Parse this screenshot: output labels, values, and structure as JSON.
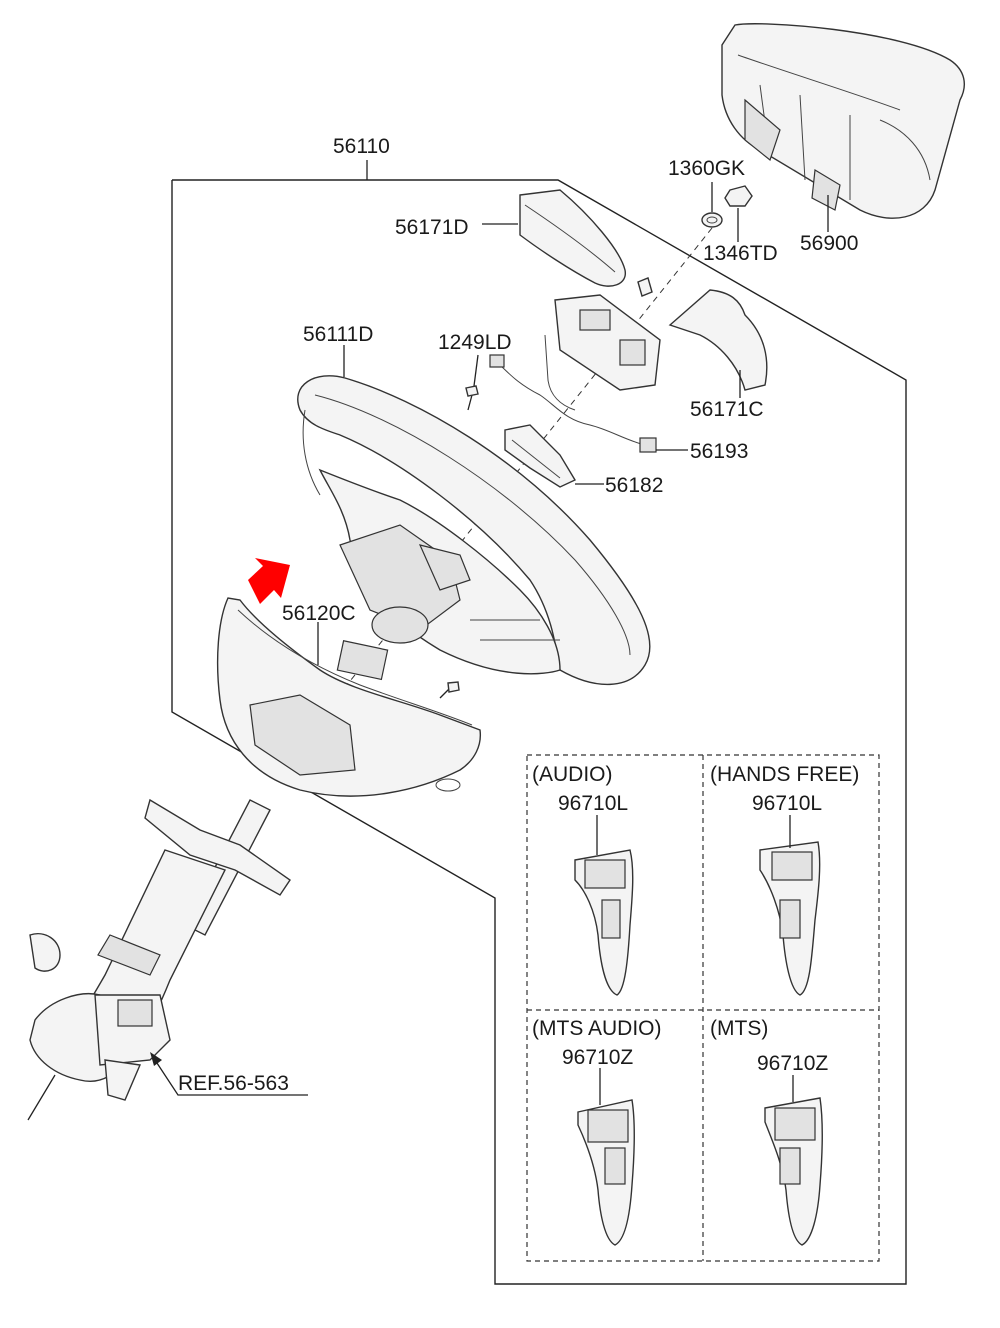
{
  "labels": {
    "assembly": "56110",
    "pad_nut": "1360GK",
    "nut": "1346TD",
    "airbag": "56900",
    "cover_left": "56171D",
    "cover_right": "56171C",
    "wheel": "56111D",
    "bolt": "1249LD",
    "harness": "56193",
    "damper": "56182",
    "lower_cover": "56120C",
    "column_ref": "REF.56-563"
  },
  "options": [
    {
      "title": "(AUDIO)",
      "part": "96710L"
    },
    {
      "title": "(HANDS FREE)",
      "part": "96710L"
    },
    {
      "title": "(MTS AUDIO)",
      "part": "96710Z"
    },
    {
      "title": "(MTS)",
      "part": "96710Z"
    }
  ],
  "colors": {
    "highlight_arrow": "#ff0000",
    "line": "#222222"
  },
  "icons": {
    "highlight": "red-arrow-icon"
  }
}
